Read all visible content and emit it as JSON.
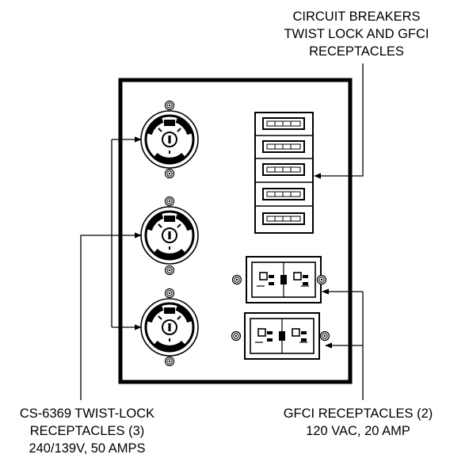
{
  "callouts": {
    "breakers": [
      "CIRCUIT BREAKERS",
      "TWIST LOCK AND GFCI",
      "RECEPTACLES"
    ],
    "twist_lock": [
      "CS-6369 TWIST-LOCK",
      "RECEPTACLES (3)",
      "240/139V, 50 AMPS"
    ],
    "gfci": [
      "GFCI RECEPTACLES (2)",
      "120 VAC, 20 AMP"
    ]
  },
  "components": {
    "twist_lock_receptacles": [
      "twist-lock-receptacle",
      "twist-lock-receptacle",
      "twist-lock-receptacle"
    ],
    "circuit_breakers": [
      "breaker",
      "breaker",
      "breaker",
      "breaker",
      "breaker"
    ],
    "gfci_receptacles": [
      "gfci-receptacle",
      "gfci-receptacle"
    ]
  },
  "colors": {
    "ink": "#000000",
    "background": "#ffffff"
  }
}
